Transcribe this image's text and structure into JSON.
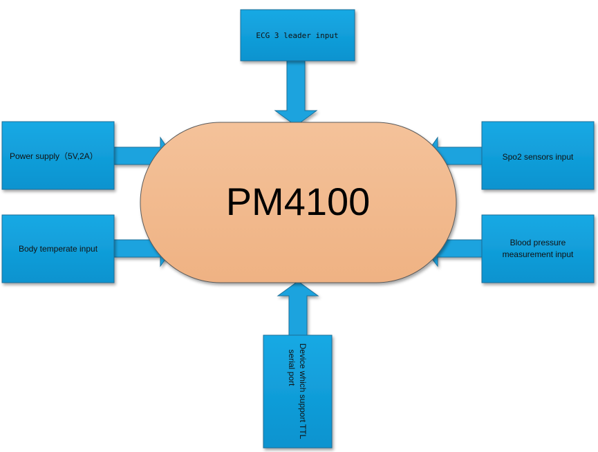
{
  "core": {
    "label": "PM4100"
  },
  "inputs": {
    "ecg": "ECG 3 leader input",
    "power": "Power supply（5V,2A）",
    "body_temp": "Body temperate input",
    "spo2": "Spo2 sensors input",
    "bp_line1": "Blood pressure",
    "bp_line2": "measurement input"
  },
  "output": {
    "line1": "Device which support TTL",
    "line2": "serial port"
  },
  "colors": {
    "box_fill": "#0fa0dc",
    "box_stroke": "#1a6e98",
    "arrow_fill": "#1aa3de",
    "arrow_stroke": "#1b6f99",
    "core_fill": "#f2bc91",
    "core_stroke": "#5a5a5a"
  }
}
